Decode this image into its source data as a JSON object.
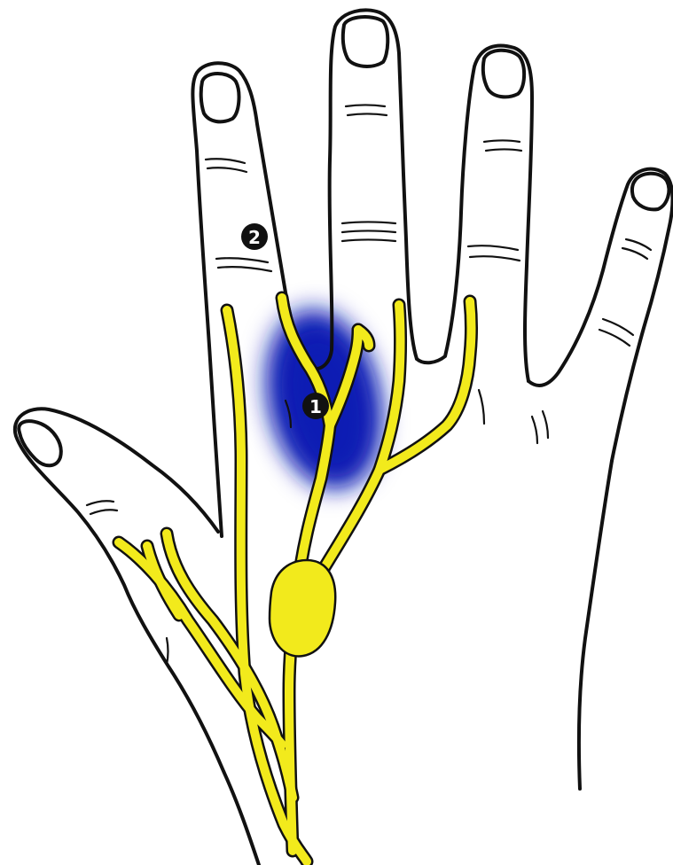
{
  "figure": {
    "markers": [
      {
        "id": "marker-1",
        "label": "1"
      },
      {
        "id": "marker-2",
        "label": "2"
      }
    ],
    "colors": {
      "outline": "#111111",
      "nerve": "#f2ea1c",
      "nerve_edge": "#c8c000",
      "highlight": "#0a1fb4",
      "marker_fill": "#111111",
      "marker_text": "#ffffff",
      "background": "#ffffff"
    }
  }
}
